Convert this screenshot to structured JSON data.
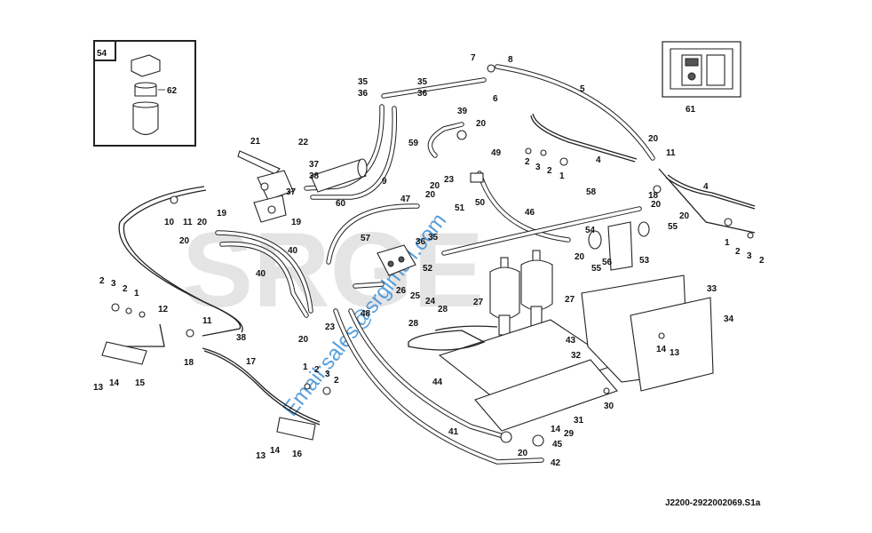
{
  "drawing_code": "J2200-2922002069.S1a",
  "watermark": {
    "brand": "SRGE",
    "email": "Email:sales@srglmall.com"
  },
  "inset_detail": {
    "number": "54",
    "part": "62"
  },
  "panel_detail": {
    "part": "61"
  },
  "callouts": [
    {
      "id": "c1",
      "label": "35"
    },
    {
      "id": "c2",
      "label": "35"
    },
    {
      "id": "c3",
      "label": "36"
    },
    {
      "id": "c4",
      "label": "36"
    },
    {
      "id": "c5",
      "label": "7"
    },
    {
      "id": "c6",
      "label": "8"
    },
    {
      "id": "c7",
      "label": "6"
    },
    {
      "id": "c8",
      "label": "5"
    },
    {
      "id": "c9",
      "label": "39"
    },
    {
      "id": "c10",
      "label": "20"
    },
    {
      "id": "c11",
      "label": "21"
    },
    {
      "id": "c12",
      "label": "22"
    },
    {
      "id": "c13",
      "label": "59"
    },
    {
      "id": "c14",
      "label": "49"
    },
    {
      "id": "c15",
      "label": "37"
    },
    {
      "id": "c16",
      "label": "38"
    },
    {
      "id": "c17",
      "label": "9"
    },
    {
      "id": "c18",
      "label": "20"
    },
    {
      "id": "c19",
      "label": "23"
    },
    {
      "id": "c20",
      "label": "20"
    },
    {
      "id": "c21",
      "label": "51"
    },
    {
      "id": "c22",
      "label": "50"
    },
    {
      "id": "c23",
      "label": "60"
    },
    {
      "id": "c24",
      "label": "37"
    },
    {
      "id": "c25",
      "label": "47"
    },
    {
      "id": "c26",
      "label": "19"
    },
    {
      "id": "c27",
      "label": "20"
    },
    {
      "id": "c28",
      "label": "19"
    },
    {
      "id": "c29",
      "label": "10"
    },
    {
      "id": "c30",
      "label": "11"
    },
    {
      "id": "c31",
      "label": "20"
    },
    {
      "id": "c32",
      "label": "40"
    },
    {
      "id": "c33",
      "label": "40"
    },
    {
      "id": "c34",
      "label": "57"
    },
    {
      "id": "c35",
      "label": "36"
    },
    {
      "id": "c36",
      "label": "35"
    },
    {
      "id": "c37",
      "label": "52"
    },
    {
      "id": "c38",
      "label": "26"
    },
    {
      "id": "c39",
      "label": "25"
    },
    {
      "id": "c40",
      "label": "24"
    },
    {
      "id": "c41",
      "label": "48"
    },
    {
      "id": "c42",
      "label": "20"
    },
    {
      "id": "c43",
      "label": "23"
    },
    {
      "id": "c44",
      "label": "38"
    },
    {
      "id": "c45",
      "label": "2"
    },
    {
      "id": "c46",
      "label": "3"
    },
    {
      "id": "c47",
      "label": "2"
    },
    {
      "id": "c48",
      "label": "1"
    },
    {
      "id": "c49",
      "label": "12"
    },
    {
      "id": "c50",
      "label": "11"
    },
    {
      "id": "c51",
      "label": "18"
    },
    {
      "id": "c52",
      "label": "13"
    },
    {
      "id": "c53",
      "label": "14"
    },
    {
      "id": "c54",
      "label": "15"
    },
    {
      "id": "c55",
      "label": "17"
    },
    {
      "id": "c56",
      "label": "1"
    },
    {
      "id": "c57",
      "label": "2"
    },
    {
      "id": "c58",
      "label": "3"
    },
    {
      "id": "c59",
      "label": "2"
    },
    {
      "id": "c60",
      "label": "13"
    },
    {
      "id": "c61",
      "label": "14"
    },
    {
      "id": "c62",
      "label": "16"
    },
    {
      "id": "c63",
      "label": "28"
    },
    {
      "id": "c64",
      "label": "28"
    },
    {
      "id": "c65",
      "label": "27"
    },
    {
      "id": "c66",
      "label": "27"
    },
    {
      "id": "c67",
      "label": "43"
    },
    {
      "id": "c68",
      "label": "32"
    },
    {
      "id": "c69",
      "label": "44"
    },
    {
      "id": "c70",
      "label": "41"
    },
    {
      "id": "c71",
      "label": "20"
    },
    {
      "id": "c72",
      "label": "42"
    },
    {
      "id": "c73",
      "label": "45"
    },
    {
      "id": "c74",
      "label": "14"
    },
    {
      "id": "c75",
      "label": "29"
    },
    {
      "id": "c76",
      "label": "31"
    },
    {
      "id": "c77",
      "label": "30"
    },
    {
      "id": "c78",
      "label": "33"
    },
    {
      "id": "c79",
      "label": "34"
    },
    {
      "id": "c80",
      "label": "14"
    },
    {
      "id": "c81",
      "label": "13"
    },
    {
      "id": "c82",
      "label": "58"
    },
    {
      "id": "c83",
      "label": "46"
    },
    {
      "id": "c84",
      "label": "54"
    },
    {
      "id": "c85",
      "label": "56"
    },
    {
      "id": "c86",
      "label": "53"
    },
    {
      "id": "c87",
      "label": "20"
    },
    {
      "id": "c88",
      "label": "55"
    },
    {
      "id": "c89",
      "label": "55"
    },
    {
      "id": "c90",
      "label": "20"
    },
    {
      "id": "c91",
      "label": "20"
    },
    {
      "id": "c92",
      "label": "11"
    },
    {
      "id": "c93",
      "label": "2"
    },
    {
      "id": "c94",
      "label": "3"
    },
    {
      "id": "c95",
      "label": "2"
    },
    {
      "id": "c96",
      "label": "1"
    },
    {
      "id": "c97",
      "label": "4"
    },
    {
      "id": "c98",
      "label": "18"
    },
    {
      "id": "c99",
      "label": "4"
    },
    {
      "id": "c100",
      "label": "1"
    },
    {
      "id": "c101",
      "label": "2"
    },
    {
      "id": "c102",
      "label": "3"
    },
    {
      "id": "c103",
      "label": "2"
    },
    {
      "id": "c104",
      "label": "20"
    }
  ]
}
